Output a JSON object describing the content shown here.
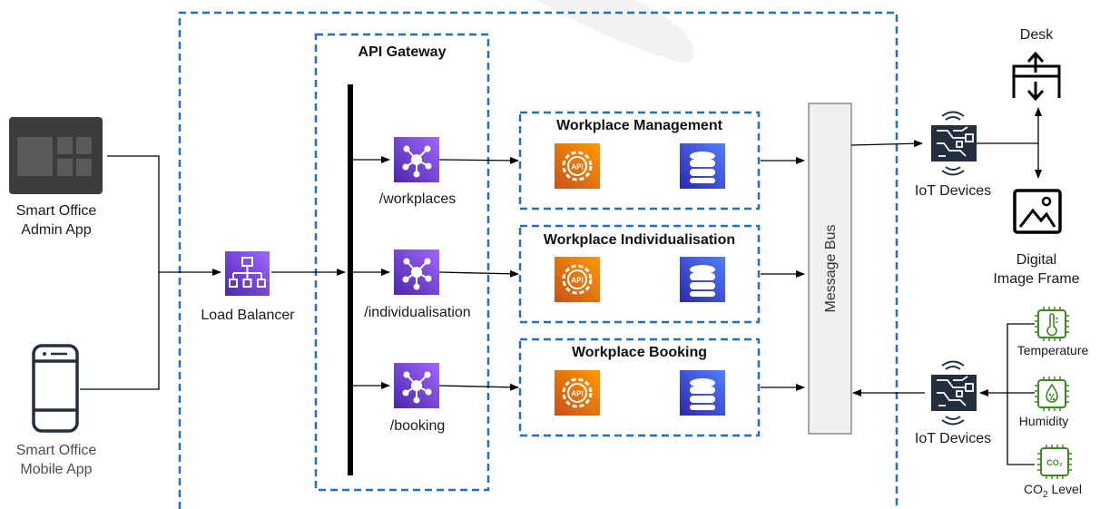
{
  "apps": {
    "admin": {
      "line1": "Smart Office",
      "line2": "Admin App"
    },
    "mobile": {
      "line1": "Smart Office",
      "line2": "Mobile App"
    }
  },
  "load_balancer": {
    "label": "Load Balancer"
  },
  "api_gateway": {
    "title": "API Gateway",
    "routes": [
      "/workplaces",
      "/individualisation",
      "/booking"
    ]
  },
  "services": [
    {
      "title": "Workplace Management",
      "icons": [
        "api-gear-icon",
        "database-icon"
      ]
    },
    {
      "title": "Workplace Individualisation",
      "icons": [
        "api-gear-icon",
        "database-icon"
      ]
    },
    {
      "title": "Workplace Booking",
      "icons": [
        "api-gear-icon",
        "database-icon"
      ]
    }
  ],
  "message_bus": {
    "label": "Message Bus"
  },
  "iot": {
    "top_label": "IoT Devices",
    "bottom_label": "IoT Devices"
  },
  "actuators": {
    "desk": "Desk",
    "frame_line1": "Digital",
    "frame_line2": "Image Frame"
  },
  "sensors": {
    "temperature": "Temperature",
    "humidity": "Humidity",
    "co2_prefix": "CO",
    "co2_sub": "2",
    "co2_suffix": " Level",
    "co2_chip": "CO₂"
  },
  "colors": {
    "dashed_border": "#1f6fc9",
    "purple": "#7b3ff2",
    "api_orange": "#ed7100",
    "db_blue": "#3b48cc",
    "sensor_green": "#3f8624",
    "app_grey": "#3c3c3c"
  }
}
